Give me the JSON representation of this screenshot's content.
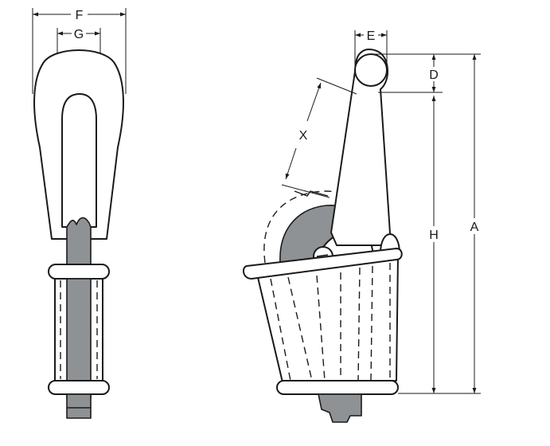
{
  "colors": {
    "line": "#1a1a1a",
    "background": "#ffffff",
    "fill_gray": "#8f9295"
  },
  "labels": {
    "F": "F",
    "G": "G",
    "E": "E",
    "D": "D",
    "X": "X",
    "H": "H",
    "A": "A"
  }
}
